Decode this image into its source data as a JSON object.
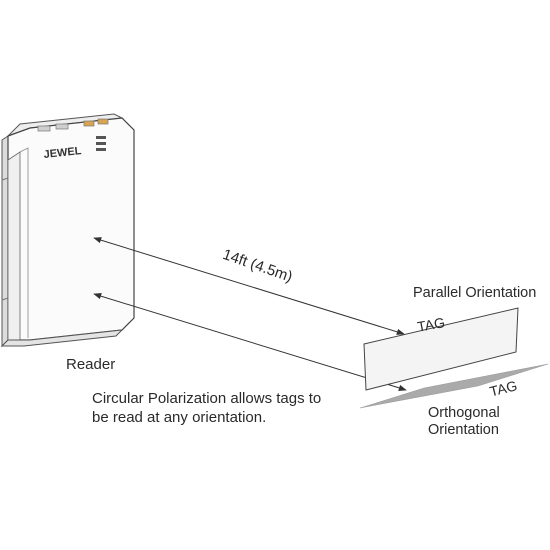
{
  "reader": {
    "brand_text": "JEWEL",
    "label": "Reader"
  },
  "distance_label": "14ft (4.5m)",
  "caption": "Circular Polarization allows tags to be read at any orientation.",
  "parallel": {
    "label": "Parallel Orientation",
    "tag_label": "TAG"
  },
  "orthogonal": {
    "label_line1": "Orthogonal",
    "label_line2": "Orientation",
    "tag_label": "TAG"
  },
  "colors": {
    "line": "#444444",
    "device_face": "#fbfbfb",
    "device_side": "#e9e9e9",
    "tag_parallel_fill": "#f4f4f4",
    "tag_orthogonal_fill": "#aaaaaa",
    "accent": "#d9a450"
  }
}
